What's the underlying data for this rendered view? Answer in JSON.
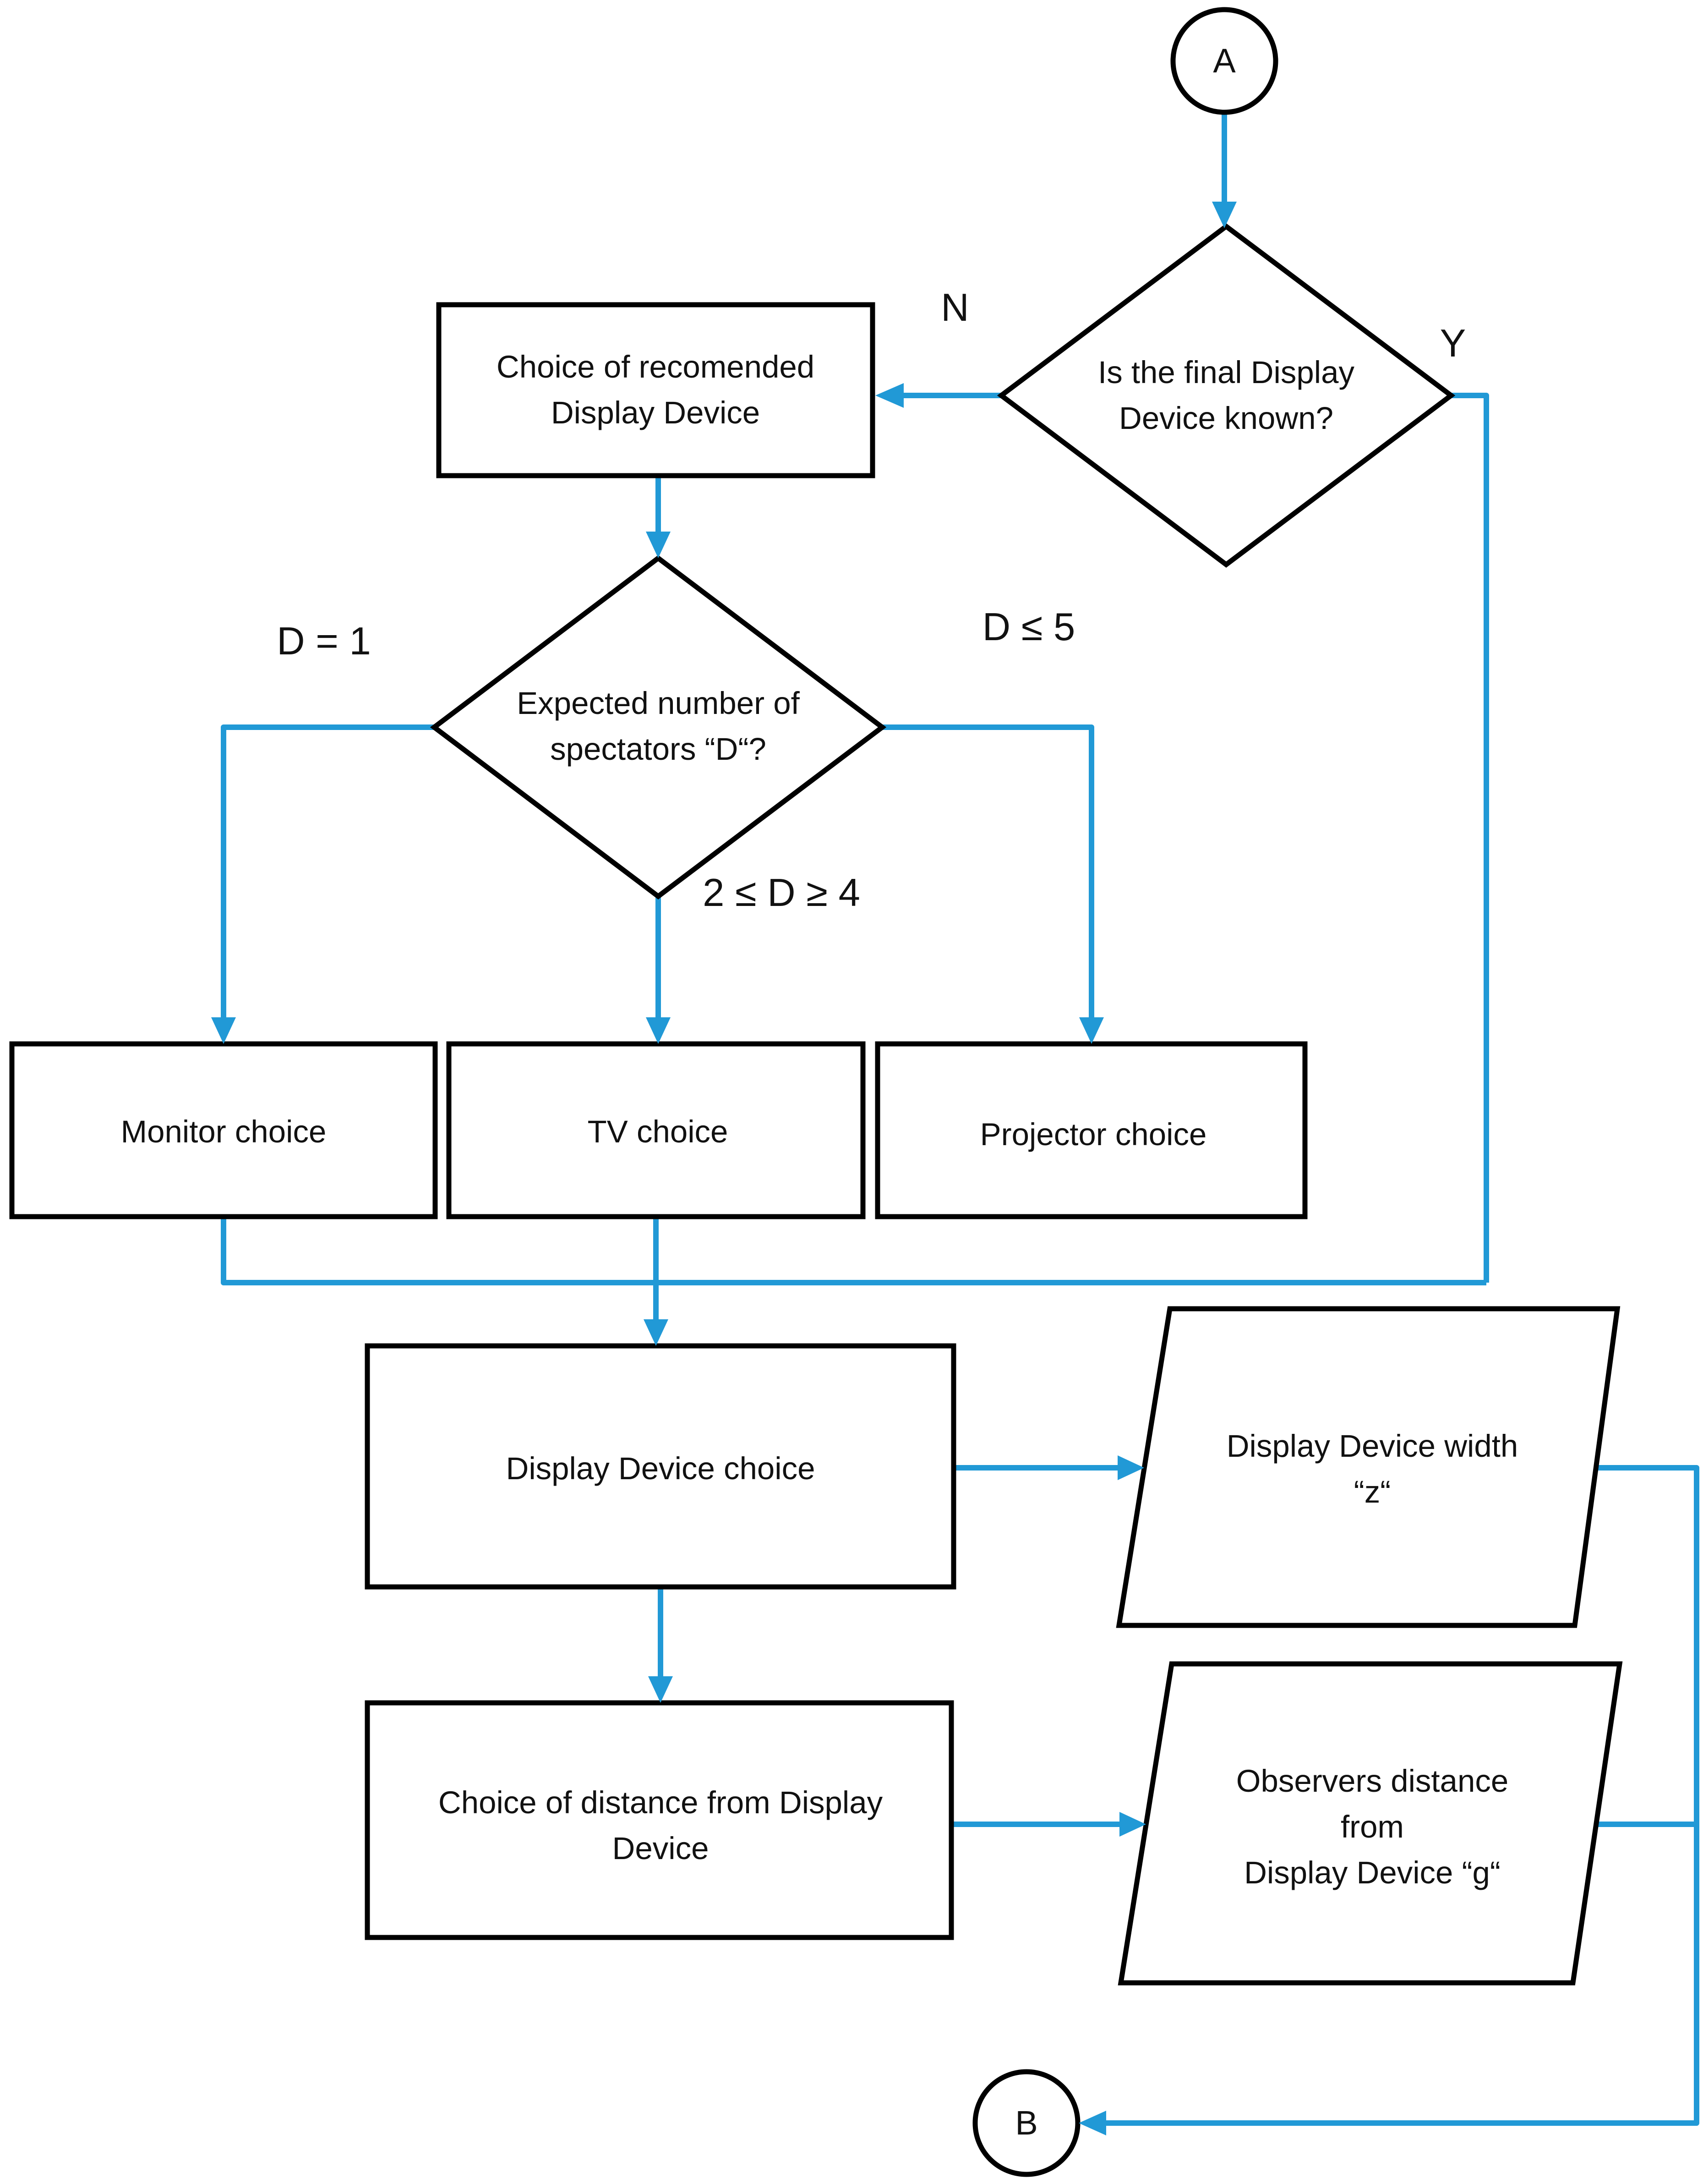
{
  "colors": {
    "accent": "#2199d6",
    "shape_stroke": "#000000",
    "text": "#111111",
    "background": "#ffffff"
  },
  "flowchart": {
    "connectors": {
      "start": {
        "label": "A"
      },
      "end": {
        "label": "B"
      }
    },
    "decisions": {
      "final_device_known": {
        "label": "Is the final Display\nDevice known?",
        "branch_no": "N",
        "branch_yes": "Y"
      },
      "expected_spectators": {
        "label": "Expected number of\nspectators “D“?",
        "branch_one": "D = 1",
        "branch_mid": "2 ≤ D ≥ 4",
        "branch_max": "D ≤ 5"
      }
    },
    "processes": {
      "recommended_device": {
        "label": "Choice of recomended\nDisplay Device"
      },
      "monitor": {
        "label": "Monitor choice"
      },
      "tv": {
        "label": "TV choice"
      },
      "projector": {
        "label": "Projector choice"
      },
      "device_choice": {
        "label": "Display Device choice"
      },
      "distance_choice": {
        "label": "Choice of distance from Display\nDevice"
      }
    },
    "data_io": {
      "device_width": {
        "label": "Display Device width “z“"
      },
      "observer_distance": {
        "label": "Observers distance from\nDisplay Device “g“"
      }
    }
  }
}
